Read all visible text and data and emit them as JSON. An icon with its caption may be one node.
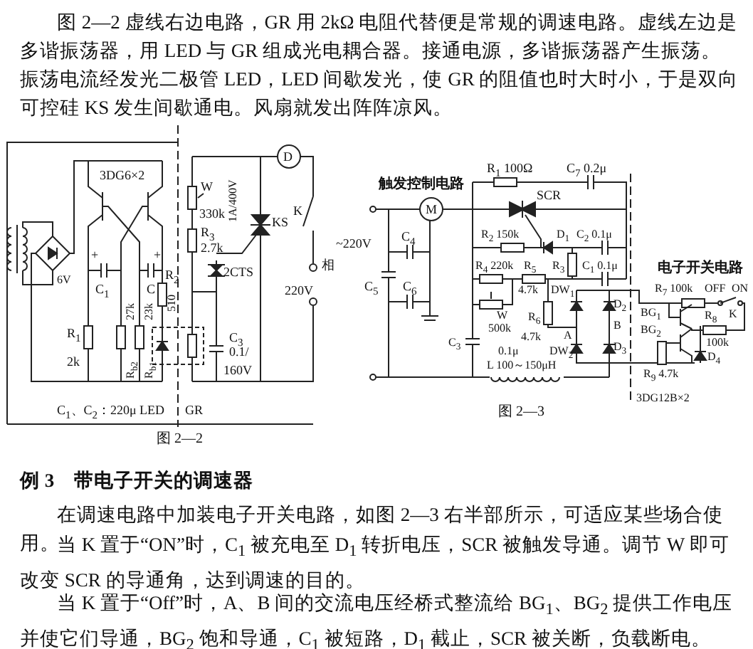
{
  "diagram": {
    "labels": [
      "图 2—2 虚线右边电路，GR 用 2kΩ 电阻代替便是常规的调速电路。虚线左边是多谐振荡器，用 LED 与 GR 组成光电耦合器。接通电源，多谐振荡器产生振荡。振荡电流经发光二极管 LED，LED 间歇发光，使 GR 的阻值也时大时小，于是双向可控硅 KS 发生间歇通电。风扇就发出阵阵凉风。",
      "3DG6×2",
      "6V",
      "+",
      "C$_{1}$",
      "+",
      "C",
      "R$_{1}$",
      "2k",
      "27k",
      "R$_{b2}$",
      "23k",
      "R$_{b1}$",
      "R$_{2}$",
      "510",
      "W",
      "330k",
      "R$_{3}$",
      "2.7k",
      "1A/400V",
      "KS",
      "2CTS",
      "C$_{3}$",
      "0.1/",
      "160V",
      "D",
      "K",
      "相",
      "220V",
      "C$_{1}$、C$_{2}$：220μ",
      "LED",
      "GR",
      "图 2—2",
      "触发控制电路",
      "~220V",
      "M",
      "C$_{4}$",
      "C$_{5}$",
      "C$_{6}$",
      "R$_{1}$ 100Ω",
      "C$_{7}$ 0.2μ",
      "SCR",
      "R$_{2}$ 150k",
      "D$_{1}$",
      "C$_{2}$ 0.1μ",
      "R$_{4}$ 220k",
      "R$_{5}$",
      "4.7k",
      "R$_{3}$",
      "C$_{1}$ 0.1μ",
      "DW$_{1}$",
      "W",
      "500k",
      "R$_{6}$",
      "4.7k",
      "C$_{3}$",
      "0.1μ",
      "DW$_{2}$",
      "A",
      "B",
      "D$_{2}$",
      "D$_{3}$",
      "L 100～150μH",
      "电子开关电路",
      "R$_{7}$ 100k",
      "OFF",
      "ON",
      "K",
      "BG$_{1}$",
      "BG$_{2}$",
      "R$_{8}$",
      "100k",
      "D$_{4}$",
      "R$_{9}$ 4.7k",
      "3DG12B×2",
      "图 2—3",
      "例 3　带电子开关的调速器",
      "在调速电路中加装电子开关电路，如图 2—3 右半部所示，可适应某些场合使用。",
      "当 K 置于“ON”时，C$_{1}$ 被充电至 D$_{1}$ 转折电压，SCR 被触发导通。调节 W 即可改变 SCR 的导通角，达到调速的目的。",
      "当 K 置于“Off”时，A、B 间的交流电压经桥式整流给 BG$_{1}$、BG$_{2}$ 提供工作电压并使它们导通，BG$_{2}$ 饱和导通，C$_{1}$ 被短路，D$_{1}$ 截止，SCR 被关断，负载断电。"
    ]
  }
}
